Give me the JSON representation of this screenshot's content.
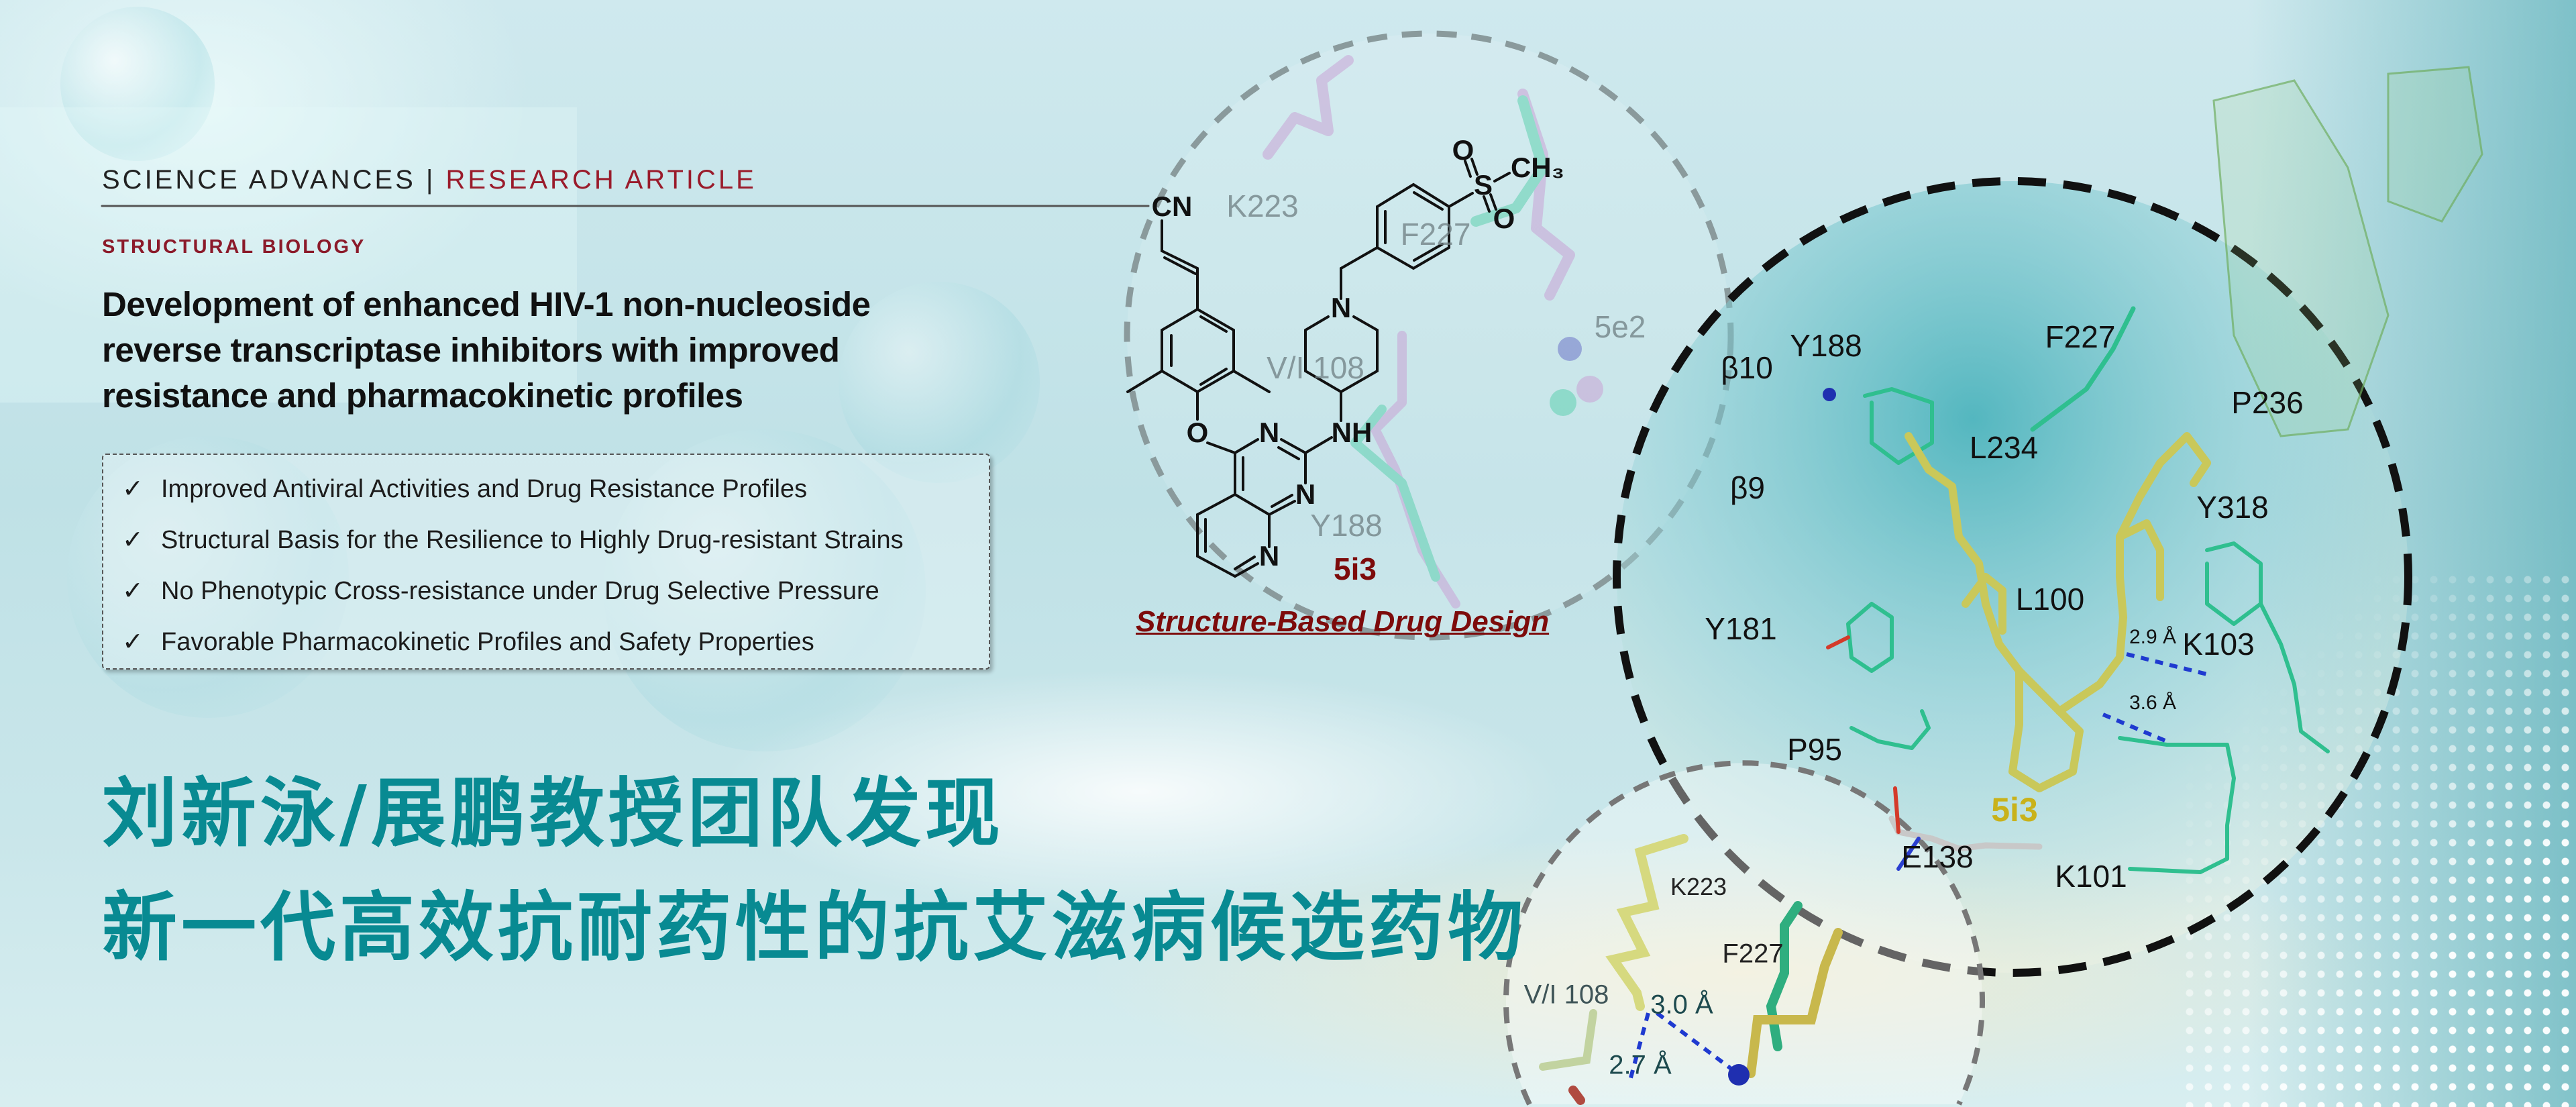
{
  "header": {
    "journal": "SCIENCE ADVANCES",
    "separator": "|",
    "article_type": "RESEARCH ARTICLE"
  },
  "section": "STRUCTURAL BIOLOGY",
  "title_lines": [
    "Development of enhanced HIV-1 non-nucleoside",
    "reverse transcriptase inhibitors with improved",
    "resistance and pharmacokinetic profiles"
  ],
  "highlights": [
    {
      "check": "✓",
      "text": "Improved Antiviral Activities and Drug Resistance Profiles"
    },
    {
      "check": "✓",
      "text": "Structural Basis for the Resilience to Highly Drug-resistant Strains"
    },
    {
      "check": "✓",
      "text": "No Phenotypic Cross-resistance under Drug Selective Pressure"
    },
    {
      "check": "✓",
      "text": "Favorable Pharmacokinetic Profiles and Safety Properties"
    }
  ],
  "headline_cn": [
    "刘新泳/展鹏教授团队发现",
    "新一代高效抗耐药性的抗艾滋病候选药物"
  ],
  "structure": {
    "atoms": {
      "cn": "CN",
      "o_ether": "O",
      "n3": "N",
      "nh": "NH",
      "n1": "N",
      "n8": "N",
      "n_pip": "N",
      "s": "S",
      "o1": "O",
      "o2": "O",
      "ch3": "CH₃"
    },
    "overlay_labels": {
      "k223": "K223",
      "f227": "F227",
      "e2": "5e2",
      "vi108": "V/I 108",
      "y188": "Y188"
    },
    "compound": "5i3",
    "caption": "Structure-Based Drug Design"
  },
  "binding_site": {
    "labels": {
      "y188": "Y188",
      "b10": "β10",
      "f227": "F227",
      "p236": "P236",
      "l234": "L234",
      "b9": "β9",
      "y318": "Y318",
      "l100": "L100",
      "y181": "Y181",
      "k103": "K103",
      "p95": "P95",
      "e138": "E138",
      "k101": "K101"
    },
    "distances": [
      "2.9 Å",
      "3.6 Å"
    ],
    "ligand": "5i3"
  },
  "inset": {
    "labels": {
      "k223": "K223",
      "f227": "F227",
      "vi108": "V/I 108"
    },
    "distances": [
      "3.0 Å",
      "2.7 Å"
    ]
  },
  "colors": {
    "brand_red": "#9a1b2b",
    "headline_teal": "#088a92",
    "ligand_gold": "#c9b21a",
    "caption_red": "#7d0b0b",
    "residue_green": "#2fbf8f"
  }
}
